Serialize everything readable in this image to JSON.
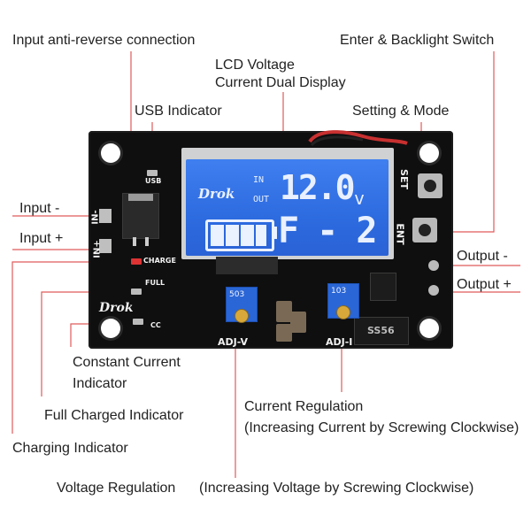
{
  "labels": {
    "input_anti_reverse": "Input anti-reverse connection",
    "enter_backlight": "Enter & Backlight Switch",
    "lcd_line1": "LCD Voltage",
    "lcd_line2": "Current Dual Display",
    "usb_indicator": "USB Indicator",
    "setting_mode": "Setting & Mode",
    "input_minus": "Input -",
    "input_plus": "Input +",
    "output_minus": "Output -",
    "output_plus": "Output +",
    "cc_line1": "Constant Current",
    "cc_line2": "Indicator",
    "full_charged": "Full Charged Indicator",
    "current_reg_line1": "Current Regulation",
    "current_reg_line2": "(Increasing Current by Screwing Clockwise)",
    "charging": "Charging Indicator",
    "voltage_reg": "Voltage Regulation",
    "voltage_reg_desc": "(Increasing Voltage by Screwing Clockwise)"
  },
  "board": {
    "lcd_in": "IN",
    "lcd_out": "OUT",
    "lcd_value": "12.0",
    "lcd_unit": "v",
    "lcd_mode": "F - 2",
    "brand": "Drok",
    "silk_set": "SET",
    "silk_ent": "ENT",
    "silk_in_minus": "IN-",
    "silk_in_plus": "IN+",
    "silk_usb": "USB",
    "silk_charge": "CHARGE",
    "silk_full": "FULL",
    "silk_cc": "CC",
    "silk_adj_v": "ADJ-V",
    "silk_adj_i": "ADJ-I",
    "pot_v_code": "503",
    "pot_i_code": "103",
    "chip_code": "SS56"
  },
  "colors": {
    "leader": "#e05a5a",
    "lcd_blue": "#2d6be0",
    "board": "#0f0f10"
  }
}
